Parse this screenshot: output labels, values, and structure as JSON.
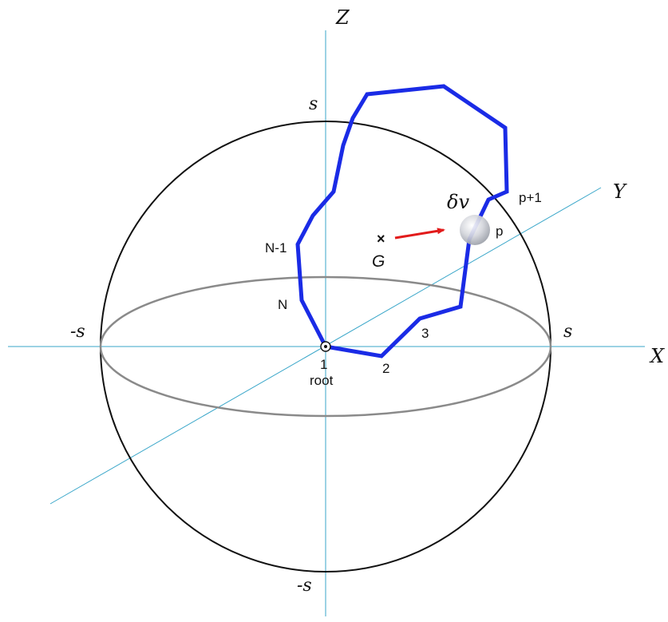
{
  "axes": {
    "x_label": "X",
    "y_label": "Y",
    "z_label": "Z"
  },
  "sphere": {
    "top_label": "s",
    "bottom_label": "-s",
    "left_label": "-s",
    "right_label": "s"
  },
  "chain": {
    "color": "#1a2be6",
    "labels": {
      "n1": "1",
      "root": "root",
      "n2": "2",
      "n3": "3",
      "p": "p",
      "p_plus_1": "p+1",
      "n_minus_1": "N-1",
      "n_last": "N"
    }
  },
  "annotations": {
    "centroid_label": "G",
    "centroid_marker": "×",
    "volume_element_label": "δv",
    "arrow_color": "#e21b1b"
  }
}
